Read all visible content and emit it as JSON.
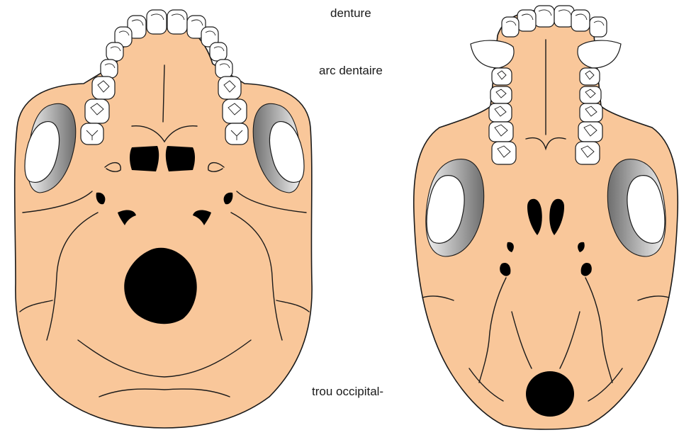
{
  "labels": {
    "denture": "denture",
    "dental_arch": "arc dentaire",
    "foramen": "trou occipital-"
  },
  "colors": {
    "bone": "#F9C79A",
    "outline": "#1A1A1A",
    "foramen": "#000000",
    "teeth": "#FFFFFF"
  },
  "figures": [
    {
      "name": "human-skull",
      "dental_arch_shape": "parabolic"
    },
    {
      "name": "ape-skull",
      "dental_arch_shape": "u-shaped"
    }
  ]
}
